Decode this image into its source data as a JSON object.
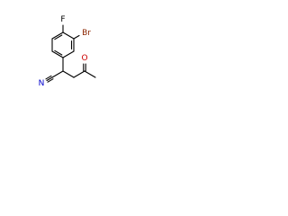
{
  "molecule": {
    "atoms": {
      "fluorine": {
        "symbol": "F",
        "color": "#000000"
      },
      "bromine": {
        "symbol": "Br",
        "color": "#8B2500"
      },
      "nitrile_nitrogen": {
        "symbol": "N",
        "color": "#0000CD"
      },
      "ketone_oxygen": {
        "symbol": "O",
        "color": "#CC0000"
      }
    }
  }
}
